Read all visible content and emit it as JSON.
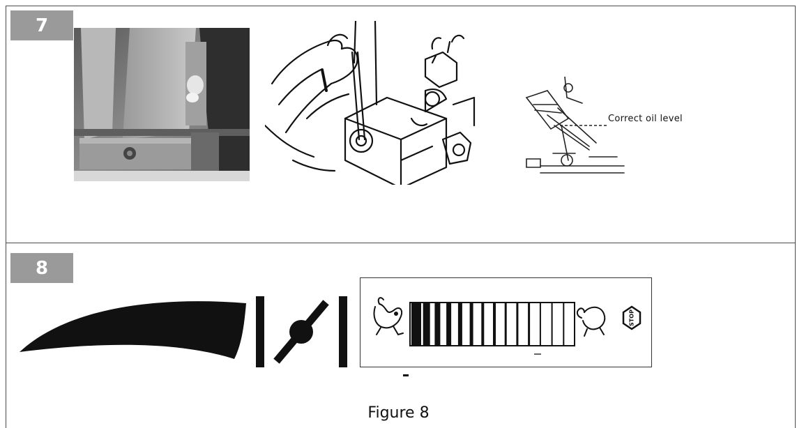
{
  "steps": [
    {
      "number": "7",
      "oil_level_label": "Correct oil level"
    },
    {
      "number": "8"
    }
  ],
  "throttle_gauge": {
    "stop_sign_text": "STOP"
  },
  "figure_caption": "Figure 8"
}
